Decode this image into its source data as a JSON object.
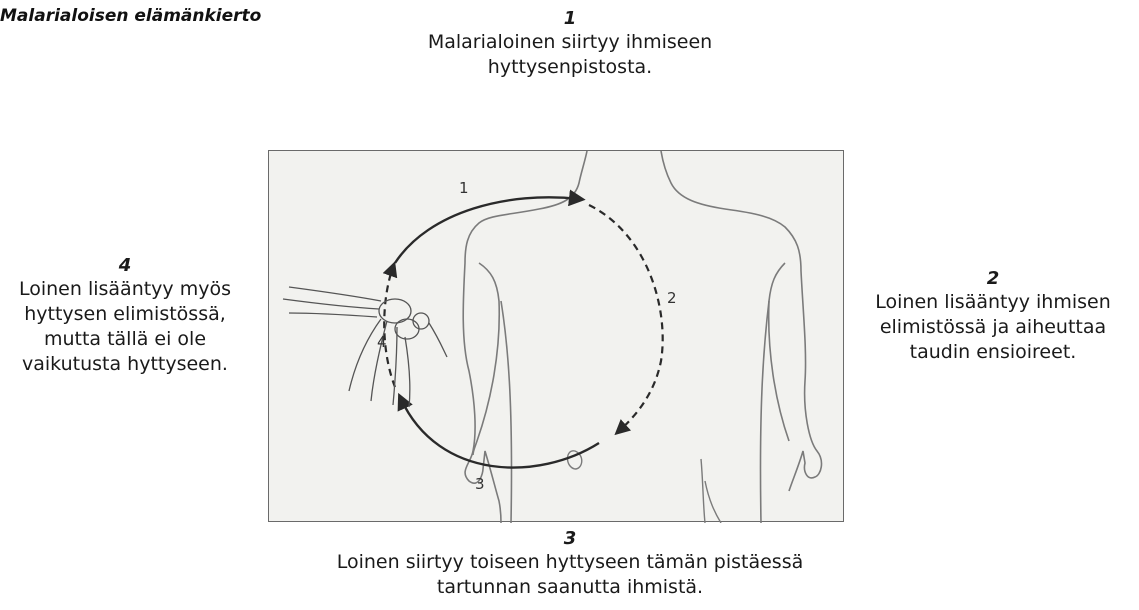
{
  "title": "Malarialoisen elämänkierto",
  "steps": [
    {
      "number": "1",
      "text": "Malarialoinen siirtyy ihmiseen hyttysenpistosta."
    },
    {
      "number": "2",
      "text": "Loinen lisääntyy ihmisen elimistössä ja aiheuttaa taudin ensioireet."
    },
    {
      "number": "3",
      "text": "Loinen siirtyy toiseen hyttyseen tämän pistäessä tartunnan saanutta ihmistä."
    },
    {
      "number": "4",
      "text": "Loinen lisääntyy myös hyttysen elimistössä, mutta tällä ei ole vaikutusta hyttyseen."
    }
  ],
  "figure": {
    "labels": [
      "1",
      "2",
      "3",
      "4"
    ]
  }
}
